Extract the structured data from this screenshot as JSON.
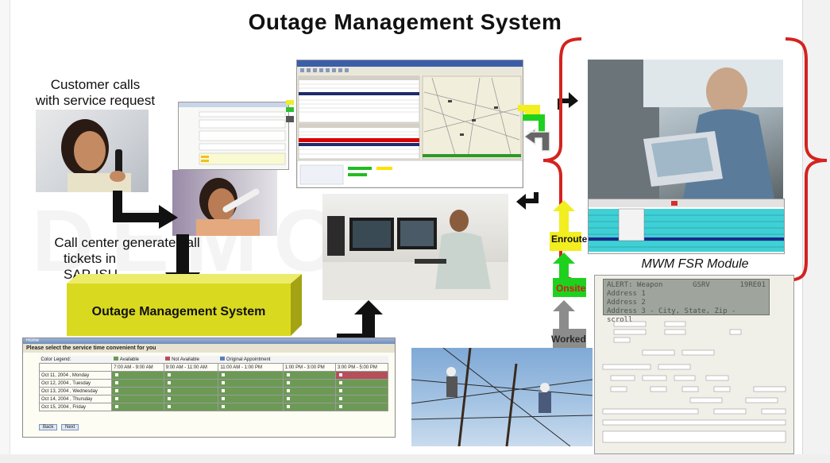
{
  "title": "Outage Management System",
  "watermark": "DEMO",
  "labels": {
    "customer": [
      "Customer calls",
      "with service request"
    ],
    "callcenter": [
      "Call center generate call",
      "tickets in",
      "SAP-ISU"
    ],
    "oms_box": "Outage Management System",
    "mwm": "MWM FSR Module",
    "enroute": "Enroute",
    "onsite": "Onsite",
    "worked": "Worked"
  },
  "alert_screen": {
    "line1": [
      "ALERT: Weapon",
      "GSRV",
      "19RE01"
    ],
    "line2": "Address 1",
    "line3": "Address 2",
    "line4": "Address 3 - City, State, Zip - scroll"
  },
  "schedule": {
    "header": "Home",
    "prompt": "Please select the service time convenient for you",
    "legend": [
      "Color Legend:",
      "Available",
      "Not Available",
      "Original Appointment"
    ],
    "columns": [
      "",
      "7:00 AM - 9:00 AM",
      "9:00 AM - 11:00 AM",
      "11:00 AM - 1:00 PM",
      "1:00 PM - 3:00 PM",
      "3:00 PM - 5:00 PM"
    ],
    "rows": [
      {
        "day": "Oct 11, 2004 , Monday",
        "slots": [
          "g",
          "g",
          "g",
          "g",
          "r"
        ]
      },
      {
        "day": "Oct 12, 2004 , Tuesday",
        "slots": [
          "g",
          "g",
          "g",
          "g",
          "g"
        ]
      },
      {
        "day": "Oct 13, 2004 , Wednesday",
        "slots": [
          "g",
          "g",
          "g",
          "g",
          "g"
        ]
      },
      {
        "day": "Oct 14, 2004 , Thursday",
        "slots": [
          "g",
          "g",
          "g",
          "g",
          "g"
        ]
      },
      {
        "day": "Oct 15, 2004 , Friday",
        "slots": [
          "g",
          "g",
          "g",
          "g",
          "g"
        ]
      }
    ],
    "buttons": [
      "Back",
      "Next"
    ]
  },
  "colors": {
    "oms_box": "#d9d920",
    "brace": "#d4231f",
    "arrow_black": "#111111",
    "arrow_green": "#1fd11f",
    "arrow_yellow": "#f2ee20",
    "arrow_gray": "#8c8c8c"
  }
}
